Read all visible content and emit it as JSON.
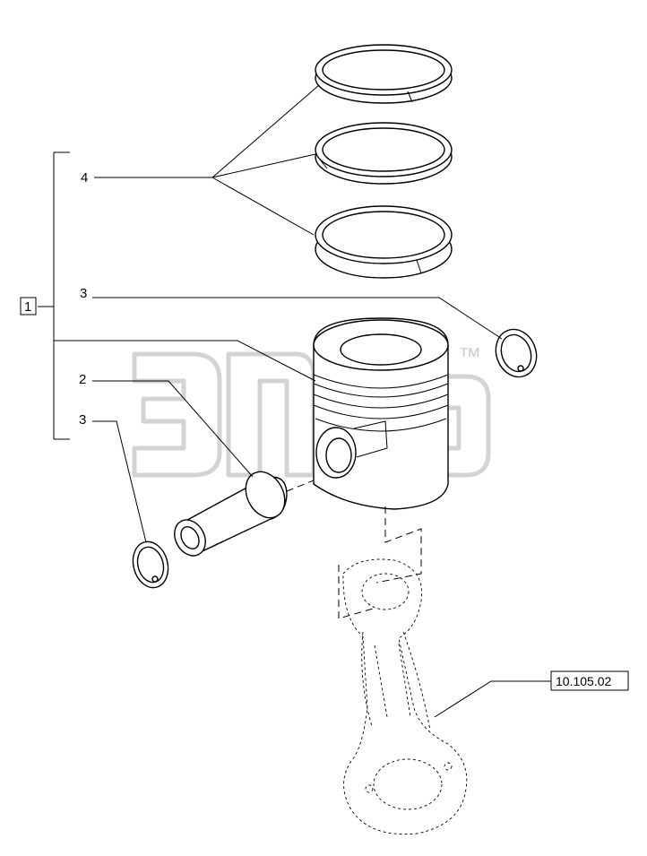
{
  "callouts": {
    "group": "1",
    "pin": "2",
    "circlip_upper": "3",
    "circlip_lower": "3",
    "rings": "4"
  },
  "reference": "10.105.02",
  "watermark": {
    "trademark": "™"
  }
}
